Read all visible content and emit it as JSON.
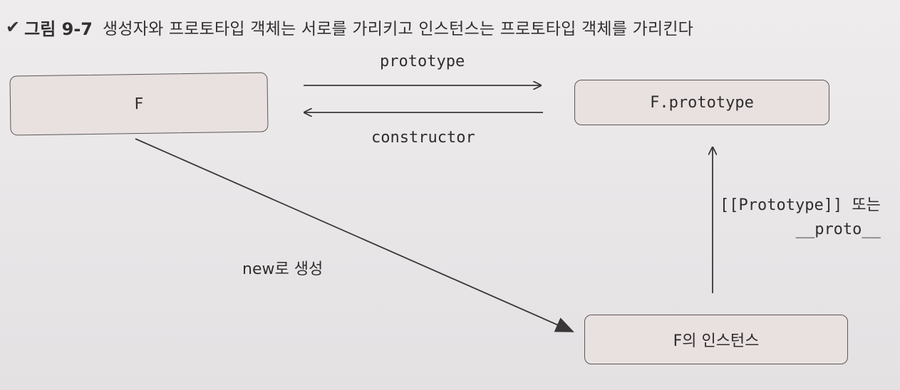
{
  "caption": {
    "check_icon": "checkmark-icon",
    "figure_number": "그림 9-7",
    "text": "생성자와 프로토타입 객체는 서로를 가리키고 인스턴스는 프로토타입 객체를 가리킨다"
  },
  "diagram": {
    "nodes": {
      "constructor_fn": "F",
      "prototype_obj": "F.prototype",
      "instance": "F의 인스턴스"
    },
    "edges": {
      "prototype": "prototype",
      "constructor": "constructor",
      "created_by_new": "new로 생성",
      "proto_link_line1": "[[Prototype]] 또는",
      "proto_link_line2": "__proto__"
    }
  }
}
